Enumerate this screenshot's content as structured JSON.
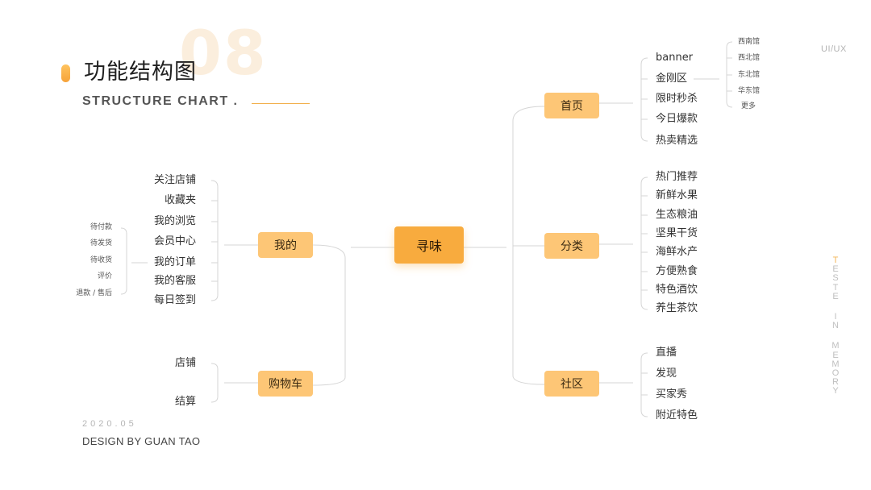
{
  "header": {
    "watermark": "08",
    "title": "功能结构图",
    "subtitle": "STRUCTURE  CHART .",
    "corner_tag": "UI/UX",
    "vertical_text": "TESTE IN MEMORY"
  },
  "footer": {
    "date": "2020.05",
    "credit": "DESIGN BY GUAN TAO"
  },
  "root": "寻味",
  "left_branches": [
    {
      "label": "我的",
      "items": [
        "关注店铺",
        "收藏夹",
        "我的浏览",
        "会员中心",
        "我的订单",
        "我的客服",
        "每日签到"
      ],
      "order_sub": [
        "待付款",
        "待发货",
        "待收货",
        "评价",
        "退款 / 售后"
      ]
    },
    {
      "label": "购物车",
      "items": [
        "店铺",
        "结算"
      ]
    }
  ],
  "right_branches": [
    {
      "label": "首页",
      "items": [
        "banner",
        "金刚区",
        "限时秒杀",
        "今日爆款",
        "热卖精选"
      ],
      "kingkong_sub": [
        "西南馆",
        "西北馆",
        "东北馆",
        "华东馆",
        "更多"
      ]
    },
    {
      "label": "分类",
      "items": [
        "热门推荐",
        "新鲜水果",
        "生态粮油",
        "坚果干货",
        "海鲜水产",
        "方便熟食",
        "特色酒饮",
        "养生茶饮"
      ]
    },
    {
      "label": "社区",
      "items": [
        "直播",
        "发现",
        "买家秀",
        "附近特色"
      ]
    }
  ],
  "colors": {
    "accent": "#f8ab3e",
    "node": "#fdc676",
    "line": "#d4d4d4"
  }
}
